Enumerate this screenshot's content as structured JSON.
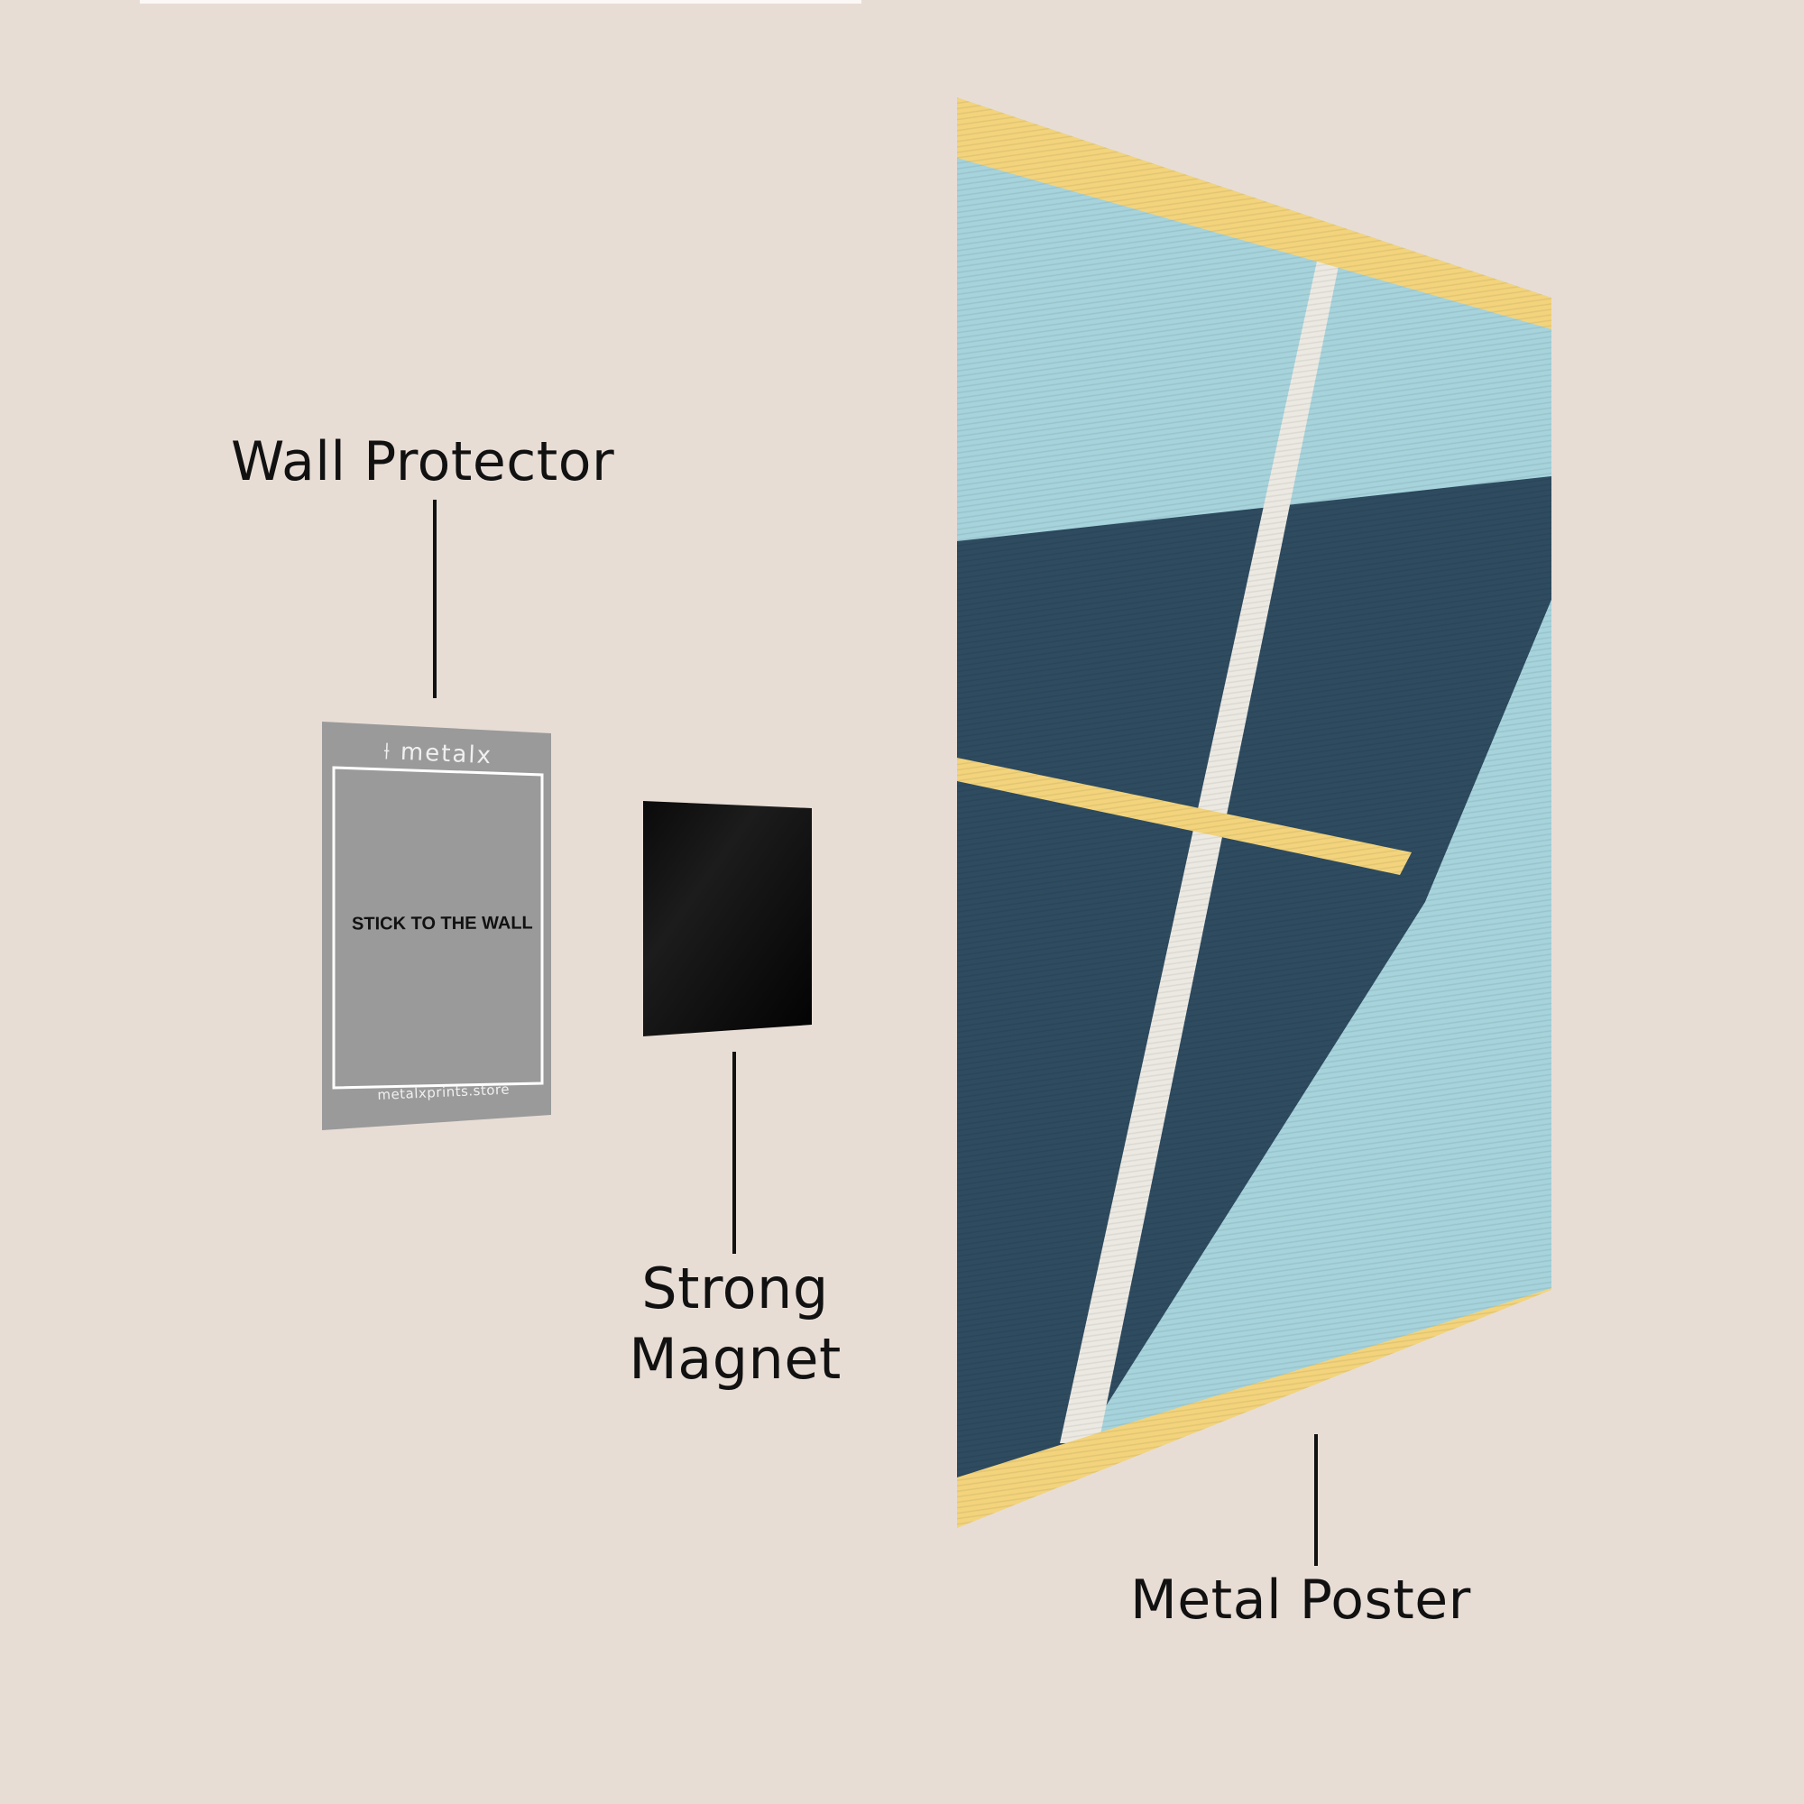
{
  "labels": {
    "wall_protector": "Wall Protector",
    "strong_magnet_line1": "Strong",
    "strong_magnet_line2": "Magnet",
    "metal_poster": "Metal Poster"
  },
  "wall_protector_card": {
    "brand": "metalx",
    "brand_icon": "metalx-logo-icon",
    "instruction": "STICK TO THE WALL",
    "website": "metalxprints.store",
    "color": "#9a9a9a"
  },
  "magnet": {
    "color": "#050505"
  },
  "poster": {
    "colors": {
      "light_blue": "#a6d3dc",
      "navy": "#2e4b60",
      "yellow": "#f3d47c",
      "off_white": "#ece9e2"
    }
  },
  "colors": {
    "background": "#e8ddd5",
    "text": "#111111"
  }
}
